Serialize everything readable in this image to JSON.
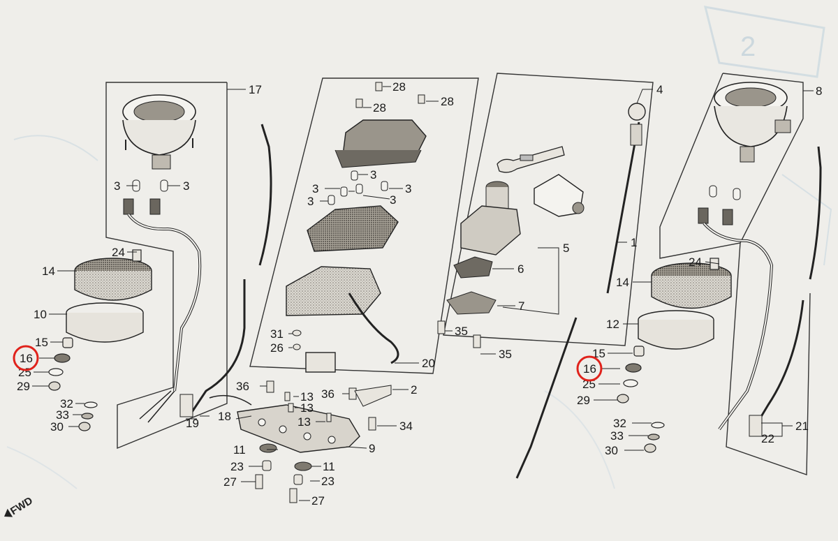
{
  "diagram": {
    "direction_marker": "FWD",
    "highlight_color": "#e0221b",
    "callouts": [
      "17",
      "3",
      "3",
      "24",
      "14",
      "10",
      "15",
      "16",
      "25",
      "29",
      "32",
      "33",
      "30",
      "19",
      "18",
      "28",
      "28",
      "28",
      "3",
      "3",
      "3",
      "3",
      "3",
      "31",
      "26",
      "36",
      "13",
      "13",
      "13",
      "36",
      "2",
      "20",
      "11",
      "23",
      "27",
      "11",
      "23",
      "27",
      "9",
      "34",
      "4",
      "5",
      "6",
      "7",
      "1",
      "35",
      "35",
      "8",
      "24",
      "14",
      "12",
      "15",
      "16",
      "25",
      "29",
      "32",
      "33",
      "30",
      "21",
      "22"
    ],
    "highlighted_callouts": [
      "16",
      "16"
    ]
  }
}
